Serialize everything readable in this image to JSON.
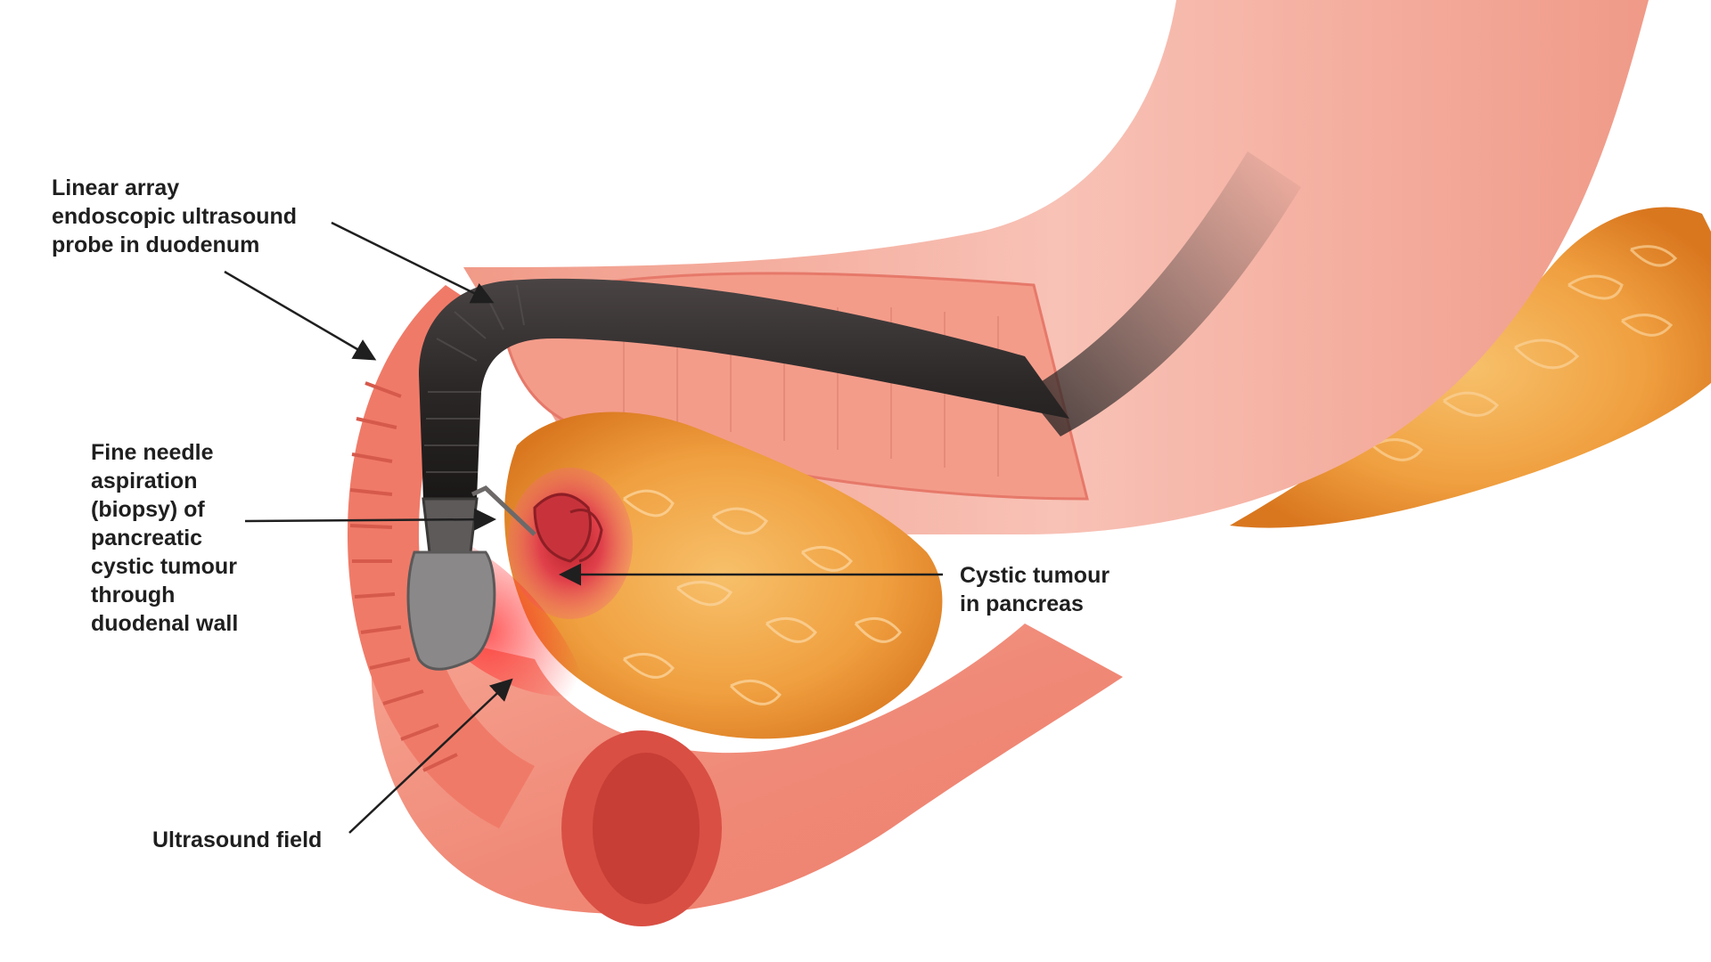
{
  "labels": {
    "probe": [
      "Linear array",
      "endoscopic ultrasound",
      "probe in duodenum"
    ],
    "fna": [
      "Fine needle",
      "aspiration",
      "(biopsy) of",
      "pancreatic",
      "cystic tumour",
      "through",
      "duodenal wall"
    ],
    "tumour": [
      "Cystic tumour",
      "in pancreas"
    ],
    "field": [
      "Ultrasound field"
    ]
  },
  "colors": {
    "background": "#ffffff",
    "duodenum": "#f08a78",
    "duodenum_light": "#f6b1a3",
    "pancreas": "#f0a040",
    "pancreas_dark": "#d9771f",
    "probe": "#2b2727",
    "probe_tip": "#8a8888",
    "tumour": "#e0404a",
    "ultrasound_field": "#ff3a3a",
    "text": "#1f1f1f"
  }
}
